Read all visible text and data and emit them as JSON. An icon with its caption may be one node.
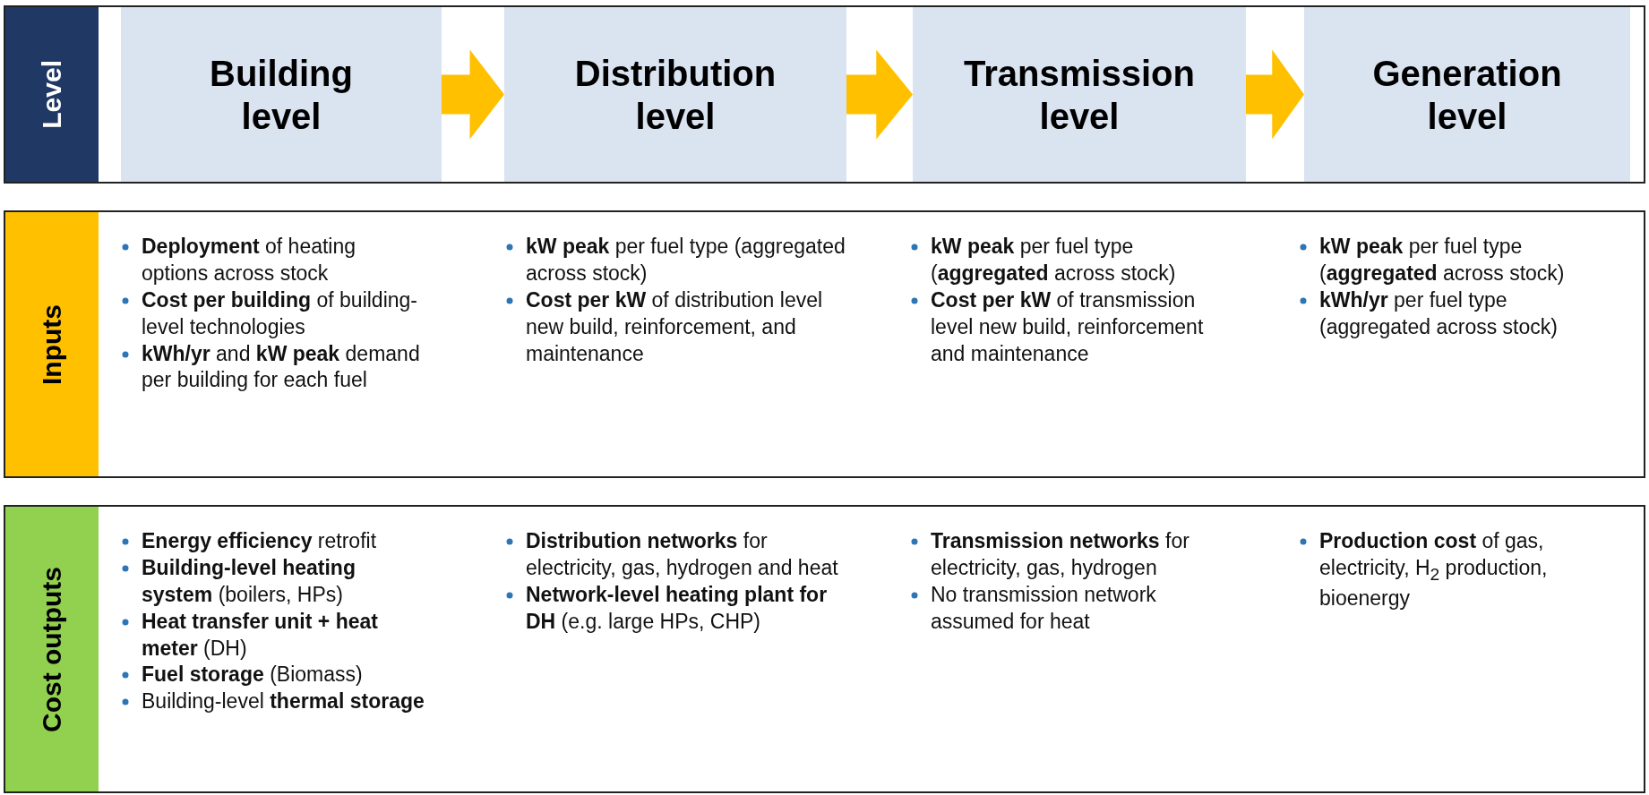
{
  "diagram": {
    "nodes": [
      {
        "text": [],
        "shape": "box"
      },
      {
        "text": [
          "Level"
        ],
        "in": 0
      },
      {
        "text": [
          "Building level"
        ],
        "in": 0
      },
      {
        "text": [
          "Distribution level"
        ],
        "in": 0
      },
      {
        "text": [
          "Transmission level"
        ],
        "in": 0
      },
      {
        "text": [
          "Generation level"
        ],
        "in": 0
      },
      {
        "text": [],
        "shape": "box"
      },
      {
        "text": [
          "Inputs"
        ],
        "in": 6
      },
      {
        "text": [
          "**Deployment** of heating options across stock",
          "**Cost per building** of building-level technologies",
          "**kWh/yr** and **kW peak** demand per building for each fuel"
        ],
        "in": 6
      },
      {
        "text": [
          "**kW peak** per fuel type (aggregated across stock)",
          "**Cost per kW** of distribution level new build, reinforcement, and maintenance"
        ],
        "in": 6
      },
      {
        "text": [
          "**kW peak** per fuel type (**aggregated** across stock)",
          "**Cost per kW** of transmission level new build, reinforcement and maintenance"
        ],
        "in": 6
      },
      {
        "text": [
          "**kW peak** per fuel type (**aggregated** across stock)",
          "**kWh/yr** per fuel type (aggregated across stock)"
        ],
        "in": 6
      },
      {
        "text": [],
        "shape": "box"
      },
      {
        "text": [
          "Cost outputs"
        ],
        "in": 12
      },
      {
        "text": [
          "**Energy efficiency** retrofit",
          "**Building-level heating system** (boilers, HPs)",
          "**Heat transfer unit + heat meter** (DH)",
          "**Fuel storage** (Biomass)",
          "Building-level **thermal storage**"
        ],
        "in": 12
      },
      {
        "text": [
          "**Distribution networks** for electricity, gas, hydrogen and heat",
          "**Network-level heating plant for DH** (e.g. large HPs, CHP)"
        ],
        "in": 12
      },
      {
        "text": [
          "**Transmission networks** for electricity, gas, hydrogen",
          "No transmission network assumed for heat"
        ],
        "in": 12
      },
      {
        "text": [
          "**Production cost** of gas, electricity, H$_{2}$ production, bioenergy"
        ],
        "in": 12
      }
    ],
    "edges": [
      {
        "from": 2,
        "to": 3,
        "arrow": "to"
      },
      {
        "from": 3,
        "to": 4,
        "arrow": "to"
      },
      {
        "from": 4,
        "to": 5,
        "arrow": "to"
      }
    ]
  }
}
